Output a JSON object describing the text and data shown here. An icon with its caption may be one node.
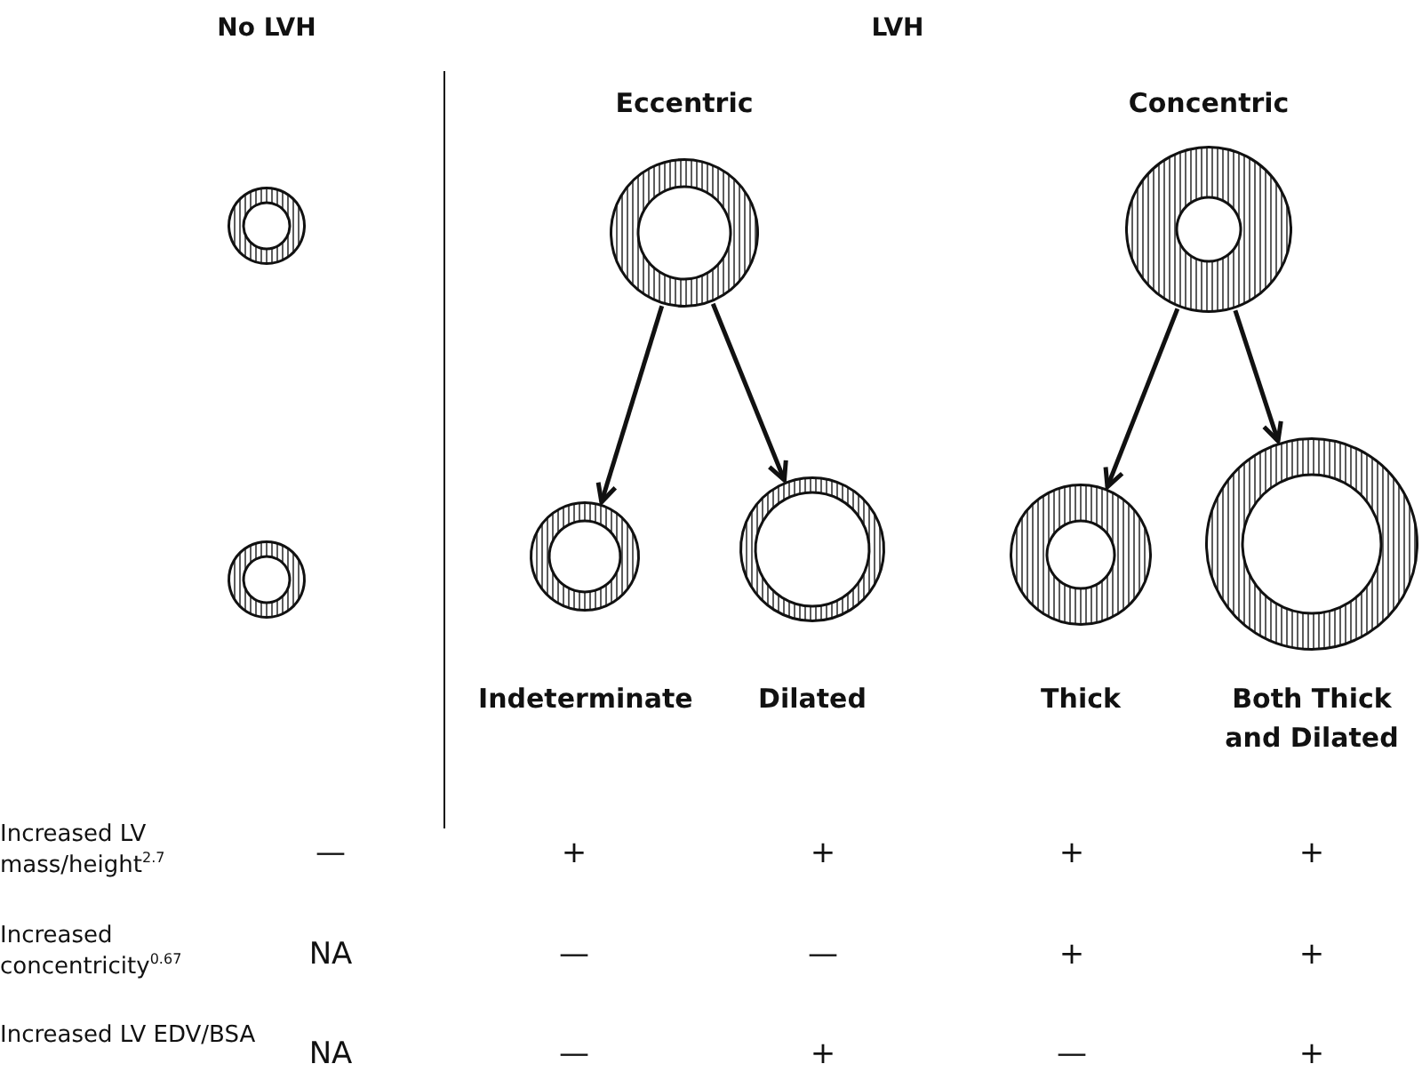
{
  "diagram": {
    "nodes": [
      {
        "text": [],
        "shape": "circle"
      },
      {
        "text": [],
        "shape": "circle"
      },
      {
        "text": [],
        "shape": "circle",
        "beside": [
          "Eccentric"
        ]
      },
      {
        "text": [],
        "shape": "circle",
        "beside": [
          "Concentric"
        ]
      },
      {
        "text": [],
        "shape": "circle",
        "beside": [
          "Indeterminate"
        ]
      },
      {
        "text": [],
        "shape": "circle",
        "beside": [
          "Dilated"
        ]
      },
      {
        "text": [],
        "shape": "circle",
        "beside": [
          "Thick"
        ]
      },
      {
        "text": [],
        "shape": "circle",
        "beside": [
          "Both Thick and Dilated"
        ]
      }
    ],
    "edges": [
      {
        "from": 2,
        "to": 4,
        "arrow": "to"
      },
      {
        "from": 2,
        "to": 5,
        "arrow": "to"
      },
      {
        "from": 3,
        "to": 6,
        "arrow": "to"
      },
      {
        "from": 3,
        "to": 7,
        "arrow": "to"
      }
    ],
    "labels": [
      "No LVH",
      "LVH",
      "Increased LV mass/height$^{2.7}$",
      "—",
      "+",
      "+",
      "+",
      "+",
      "Increased concentricity$^{0.67}$",
      "NA",
      "—",
      "—",
      "+",
      "+",
      "Increased LV EDV/BSA",
      "NA",
      "—",
      "+",
      "—",
      "+"
    ]
  }
}
